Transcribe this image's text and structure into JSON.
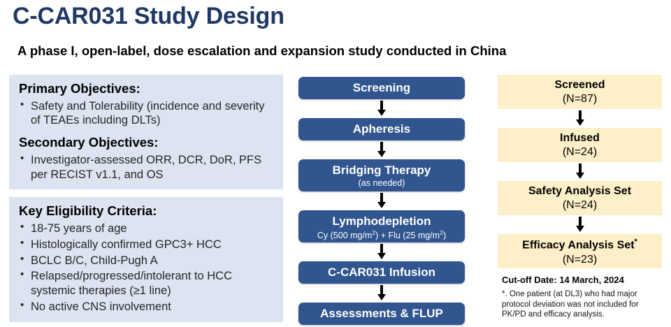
{
  "header": {
    "title": "C-CAR031 Study Design",
    "subtitle": "A phase I, open-label, dose escalation and expansion study conducted in China"
  },
  "colors": {
    "title_navy": "#1F3864",
    "panel_blue_bg": "#DCE3F1",
    "flow_box_blue": "#30558F",
    "cream_box": "#FDEFC8",
    "arrow_black": "#000000"
  },
  "left_column": {
    "objectives_panel": {
      "primary_heading": "Primary Objectives:",
      "primary_items": [
        "Safety and Tolerability (incidence and severity of TEAEs including DLTs)"
      ],
      "secondary_heading": "Secondary Objectives:",
      "secondary_items": [
        "Investigator-assessed ORR, DCR, DoR, PFS per RECIST v1.1, and OS"
      ]
    },
    "eligibility_panel": {
      "heading": "Key Eligibility Criteria:",
      "items": [
        "18-75 years of age",
        "Histologically confirmed GPC3+ HCC",
        "BCLC B/C, Child-Pugh A",
        "Relapsed/progressed/intolerant to HCC systemic therapies (≥1 line)",
        "No active CNS involvement"
      ]
    }
  },
  "center_flow": {
    "steps": [
      {
        "title": "Screening",
        "sub": ""
      },
      {
        "title": "Apheresis",
        "sub": ""
      },
      {
        "title": "Bridging Therapy",
        "sub": "(as needed)"
      },
      {
        "title": "Lymphodepletion",
        "sub": "Cy (500 mg/m2) + Flu (25 mg/m2)"
      },
      {
        "title": "C-CAR031 Infusion",
        "sub": ""
      },
      {
        "title": "Assessments & FLUP",
        "sub": ""
      }
    ],
    "lymphodepletion_dose": {
      "drug1_name": "Cy",
      "drug1_dose": "500 mg/m",
      "drug1_exp": "2",
      "plus": " + ",
      "drug2_name": "Flu",
      "drug2_dose": "25 mg/m",
      "drug2_exp": "2"
    }
  },
  "right_flow": {
    "boxes": [
      {
        "label": "Screened",
        "n": "(N=87)",
        "star": ""
      },
      {
        "label": "Infused",
        "n": "(N=24)",
        "star": ""
      },
      {
        "label": "Safety Analysis Set",
        "n": "(N=24)",
        "star": ""
      },
      {
        "label": "Efficacy Analysis Set",
        "n": "(N=23)",
        "star": "*"
      }
    ],
    "cutoff_date": "Cut-off Date: 14 March, 2024",
    "footnote": "*. One patient (at DL3) who had major protocol deviation was not included for PK/PD and efficacy analysis."
  }
}
